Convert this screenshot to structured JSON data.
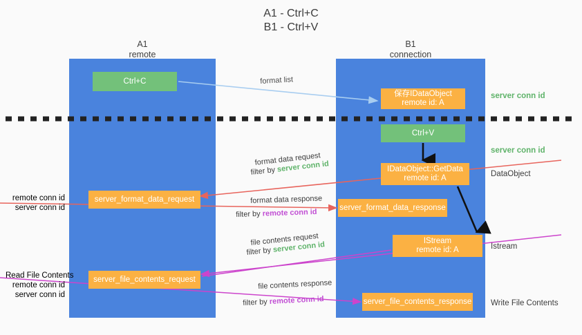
{
  "title": {
    "line1": "A1 - Ctrl+C",
    "line2": "B1 - Ctrl+V"
  },
  "columns": {
    "left": {
      "name": "A1",
      "role": "remote"
    },
    "right": {
      "name": "B1",
      "role": "connection"
    }
  },
  "nodes": {
    "ctrl_c": {
      "label": "Ctrl+C",
      "color": "#73c17a"
    },
    "save_idataobject": {
      "line1": "保存IDataObject",
      "line2": "remote id: A",
      "color": "#fbb143"
    },
    "ctrl_v": {
      "label": "Ctrl+V",
      "color": "#73c17a"
    },
    "getdata": {
      "line1": "IDataObject::GetData",
      "line2": "remote id: A",
      "color": "#fbb143"
    },
    "format_data_request": {
      "label": "server_format_data_request",
      "color": "#fbb143"
    },
    "format_data_response": {
      "label": "server_format_data_response",
      "color": "#fbb143"
    },
    "istream": {
      "line1": "IStream",
      "line2": "remote id: A",
      "color": "#fbb143"
    },
    "file_contents_request": {
      "label": "server_file_contents_request",
      "color": "#fbb143"
    },
    "file_contents_response": {
      "label": "server_file_contents_response",
      "color": "#fbb143"
    }
  },
  "side_labels": {
    "right_server_conn_id_1": "server conn id",
    "right_server_conn_id_2": "server conn id",
    "dataobject": "DataObject",
    "istream": "Istream",
    "write_file_contents": "Write File Contents",
    "left_remote_conn_id_1": "remote conn id",
    "left_server_conn_id_1": "server conn id",
    "read_file_contents": "Read File Contents",
    "left_remote_conn_id_2": "remote conn id",
    "left_server_conn_id_2": "server conn id"
  },
  "wire_labels": {
    "format_list": "format list",
    "format_data_request": "format data request",
    "format_data_request_filter_prefix": "filter by ",
    "format_data_request_filter_value": "server conn id",
    "format_data_response": "format data response",
    "format_data_response_filter_prefix": "filter by ",
    "format_data_response_filter_value": "remote conn id",
    "file_contents_request": "file contents request",
    "file_contents_request_filter_prefix": "filter by ",
    "file_contents_request_filter_value": "server conn id",
    "file_contents_response": "file contents response",
    "file_contents_response_filter_prefix": "filter by ",
    "file_contents_response_filter_value": "remote conn id"
  },
  "colors": {
    "column_blue": "#4a83dd",
    "node_green": "#73c17a",
    "node_orange": "#fbb143",
    "green_text": "#5fb36a",
    "purple_text": "#c14fd4",
    "arrow_light_blue": "#a8cdf0",
    "arrow_red": "#e8645c",
    "arrow_magenta": "#cc44cc",
    "arrow_black": "#111111",
    "background": "#fafafa"
  }
}
